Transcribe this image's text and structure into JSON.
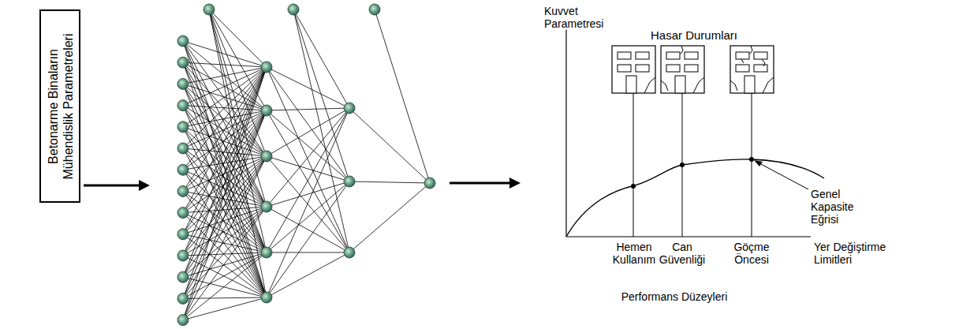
{
  "diagram": {
    "nodes": [
      {
        "text": [
          "Betonarme Binaların Mühendislik Parametreleri"
        ]
      }
    ],
    "labels": [
      "Kuvvet Parametresi",
      "Hasar Durumları",
      "Hemen Kullanım",
      "Can Güvenliği",
      "Göçme Öncesi",
      "Yer Değiştirme Limitleri",
      "Genel Kapasite Eğrisi",
      "Performans Düzeyleri"
    ]
  }
}
